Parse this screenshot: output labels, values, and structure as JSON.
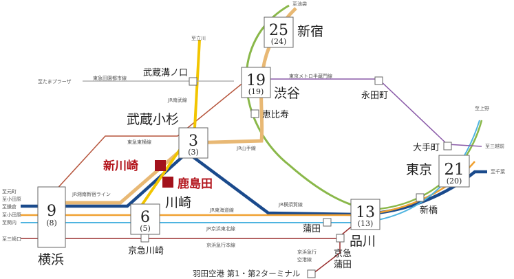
{
  "colors": {
    "tokyu_toyoko": "#b5533a",
    "jr_shonan_shinjuku": "#e8b874",
    "jr_yokosuka": "#1a4a8c",
    "jr_tokaido": "#f0a030",
    "jr_keihin_tohoku": "#4eb4e0",
    "keikyu": "#9a2e2e",
    "jr_yamanote": "#8ab84a",
    "jr_nambu": "#f2c500",
    "tokyo_metro_hanzomon": "#8a5aa8",
    "tokyu_denentoshi": "#5fa86a",
    "home_marker": "#a3121c"
  },
  "lines": {
    "tokyu_denentoshi": "東急田園都市線",
    "jr_nambu": "JR南武線",
    "tokyu_toyoko": "東急東横線",
    "jr_yamanote": "JR山手線",
    "tokyo_metro_hanzomon": "東京メトロ半蔵門線",
    "jr_shonan_shinjuku": "JR湘南新宿ライン",
    "jr_tokaido": "JR東海道線",
    "jr_yokosuka": "JR横須賀線",
    "jr_keihin_tohoku": "JR京浜東北線",
    "keikyu": "京浜急行本線",
    "keikyu_airport": "京浜急行空港線"
  },
  "destinations": {
    "ikebukuro": "至池袋",
    "tachikawa": "至立川",
    "tama_plaza": "至たまプラーザ",
    "ueno": "至上野",
    "mitsukoshimae": "至三越前",
    "chiba": "至千葉",
    "motomachi": "至元町",
    "odawara_1": "至小田原",
    "kamakura": "至鎌倉",
    "odawara_2": "至小田原",
    "kannai": "至関内",
    "misakiguchi": "至三崎口"
  },
  "stations": {
    "shinjuku": {
      "name": "新宿",
      "minutes": "25",
      "minutes_alt": "(24)"
    },
    "shibuya": {
      "name": "渋谷",
      "minutes": "19",
      "minutes_alt": "(19)"
    },
    "musashi_kosugi": {
      "name": "武蔵小杉",
      "minutes": "3",
      "minutes_alt": "(3)"
    },
    "tokyo": {
      "name": "東京",
      "minutes": "21",
      "minutes_alt": "(20)"
    },
    "shinagawa": {
      "name": "品川",
      "minutes": "13",
      "minutes_alt": "(13)"
    },
    "yokohama": {
      "name": "横浜",
      "minutes": "9",
      "minutes_alt": "(8)"
    },
    "kawasaki": {
      "name": "川崎",
      "minutes": "6",
      "minutes_alt": "(5)"
    },
    "musashi_mizonokuchi": {
      "name": "武蔵溝ノ口"
    },
    "ebisu": {
      "name": "恵比寿"
    },
    "nagatacho": {
      "name": "永田町"
    },
    "otemachi": {
      "name": "大手町"
    },
    "shimbashi": {
      "name": "新橋"
    },
    "kamata": {
      "name": "蒲田"
    },
    "keikyu_kamata": {
      "name": "京急\n蒲田"
    },
    "keikyu_kawasaki": {
      "name": "京急川崎"
    },
    "haneda": {
      "name": "羽田空港 第1・第2ターミナル"
    },
    "shinkawasaki": {
      "name": "新川崎"
    },
    "kashimada": {
      "name": "鹿島田"
    }
  }
}
